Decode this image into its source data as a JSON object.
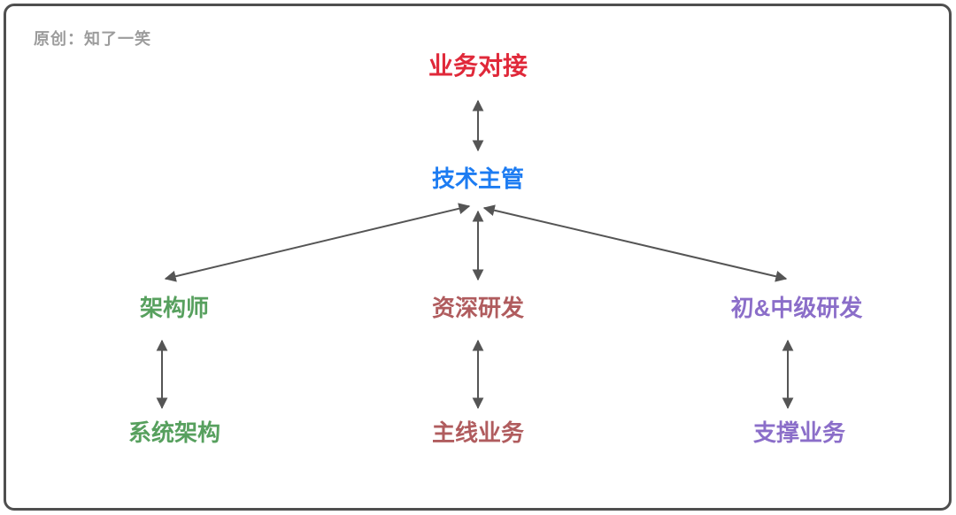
{
  "watermark": {
    "text": "原创：知了一笑",
    "color": "#9c9c9c"
  },
  "frame": {
    "border_color": "#4f4f4f"
  },
  "arrows": {
    "color": "#555555",
    "style": "double-headed"
  },
  "nodes": {
    "business_docking": {
      "label": "业务对接",
      "color": "#e0293a"
    },
    "tech_lead": {
      "label": "技术主管",
      "color": "#1d7cf2"
    },
    "architect": {
      "label": "架构师",
      "color": "#57a05e"
    },
    "senior_dev": {
      "label": "资深研发",
      "color": "#b05c5e"
    },
    "junior_mid_dev": {
      "label": "初&中级研发",
      "color": "#8b6ec9"
    },
    "system_architecture": {
      "label": "系统架构",
      "color": "#57a05e"
    },
    "mainline_business": {
      "label": "主线业务",
      "color": "#b05c5e"
    },
    "support_business": {
      "label": "支撑业务",
      "color": "#8b6ec9"
    }
  },
  "edges": [
    {
      "from": "业务对接",
      "to": "技术主管",
      "direction": "bidirectional"
    },
    {
      "from": "技术主管",
      "to": "架构师",
      "direction": "bidirectional"
    },
    {
      "from": "技术主管",
      "to": "资深研发",
      "direction": "bidirectional"
    },
    {
      "from": "技术主管",
      "to": "初&中级研发",
      "direction": "bidirectional"
    },
    {
      "from": "架构师",
      "to": "系统架构",
      "direction": "bidirectional"
    },
    {
      "from": "资深研发",
      "to": "主线业务",
      "direction": "bidirectional"
    },
    {
      "from": "初&中级研发",
      "to": "支撑业务",
      "direction": "bidirectional"
    }
  ]
}
